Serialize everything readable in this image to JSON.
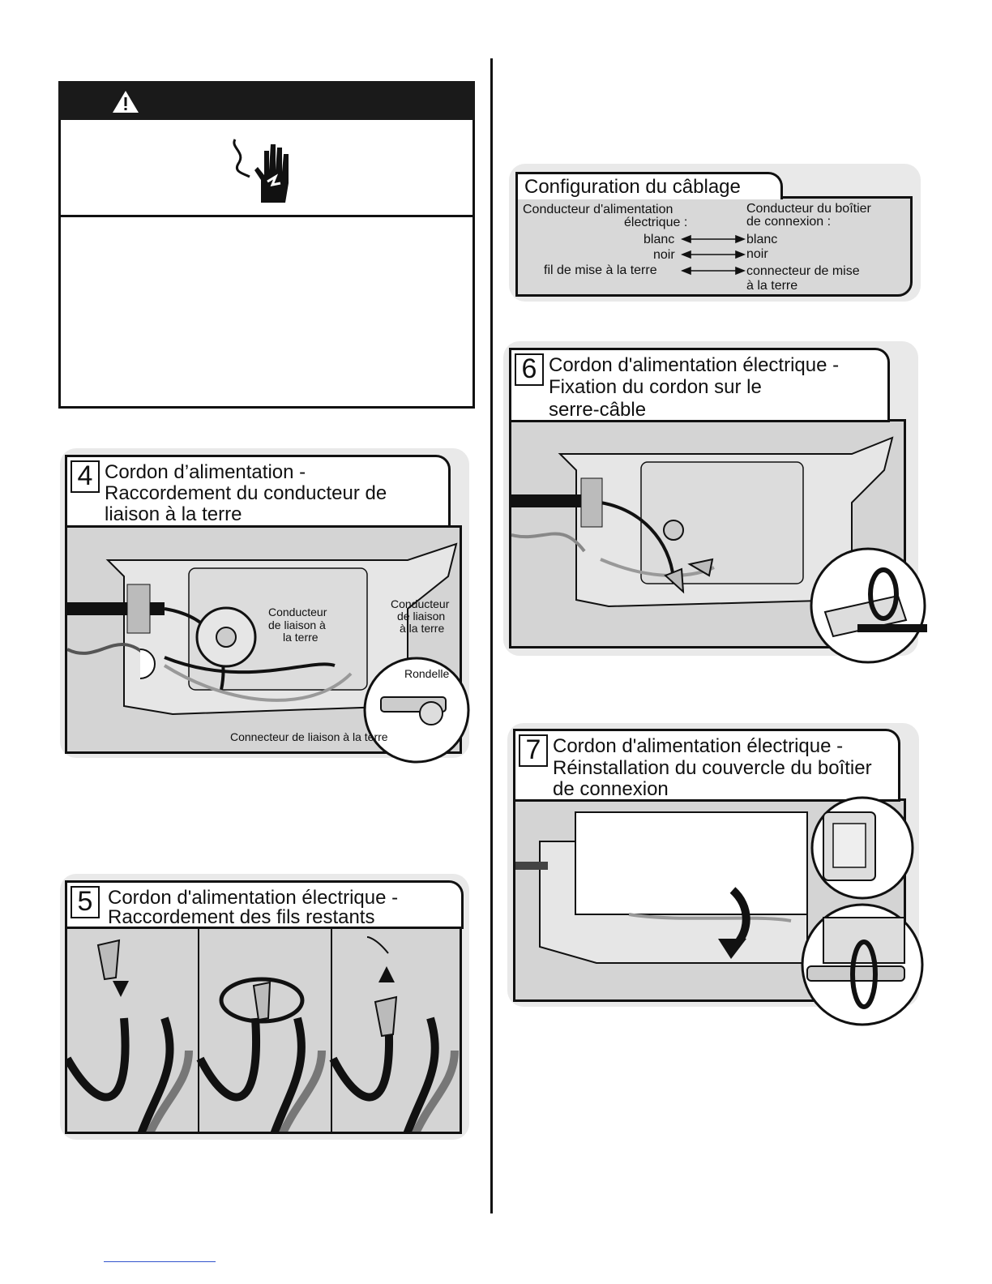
{
  "config": {
    "title": "Configuration du câblage",
    "left_header_line1": "Conducteur d'alimentation",
    "left_header_line2": "électrique :",
    "right_header_line1": "Conducteur du boîtier",
    "right_header_line2": "de connexion :",
    "rows": [
      {
        "left": "blanc",
        "right1": "blanc",
        "right2": ""
      },
      {
        "left": "noir",
        "right1": "noir",
        "right2": ""
      },
      {
        "left": "fil de mise à la terre",
        "right1": "connecteur de mise",
        "right2": "à la terre"
      }
    ]
  },
  "step4": {
    "number": "4",
    "title1": "Cordon d’alimentation -",
    "title2": "Raccordement du conducteur de",
    "title3": "liaison à la terre",
    "label_conducteur_1": "Conducteur",
    "label_conducteur_2": "de liaison à",
    "label_conducteur_3": "la terre",
    "label_right_1": "Conducteur",
    "label_right_2": "de liaison",
    "label_right_3": "à la terre",
    "label_rondelle": "Rondelle",
    "label_connecteur": "Connecteur de liaison à la terre"
  },
  "step5": {
    "number": "5",
    "title1": "Cordon d'alimentation électrique -",
    "title2": "Raccordement des fils restants"
  },
  "step6": {
    "number": "6",
    "title1": "Cordon d'alimentation électrique -",
    "title2": "Fixation du cordon sur le",
    "title3": "serre-câble"
  },
  "step7": {
    "number": "7",
    "title1": "Cordon d'alimentation électrique -",
    "title2": "Réinstallation du couvercle du boîtier",
    "title3": "de connexion"
  },
  "colors": {
    "panel": "#d8d8d8",
    "warning_header": "#1a1a1a"
  }
}
